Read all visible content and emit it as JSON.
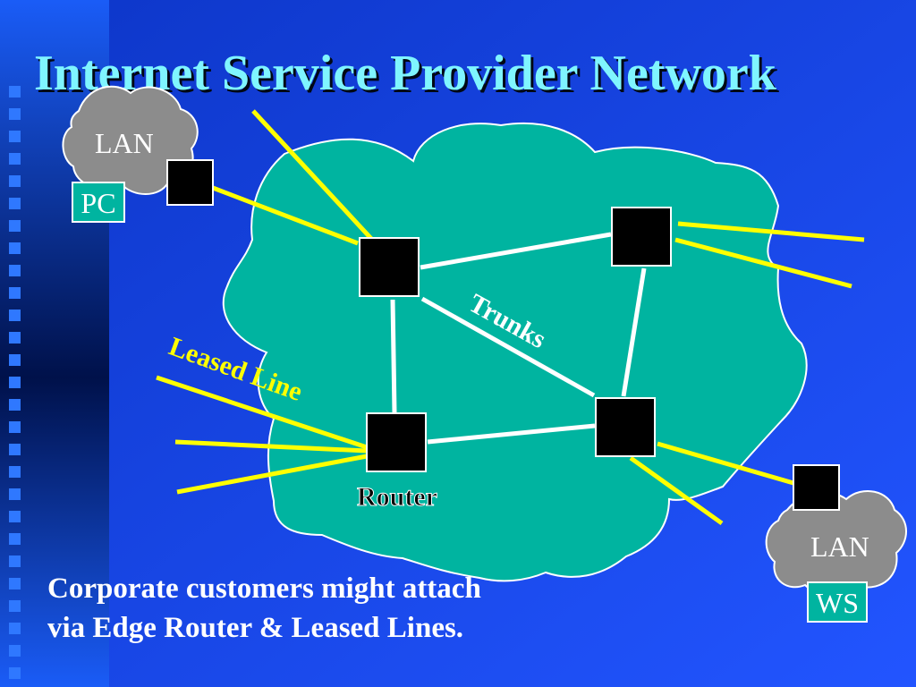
{
  "slide": {
    "title": "Internet Service Provider Network",
    "caption_lines": [
      "Corporate customers might attach",
      "via Edge Router & Leased Lines."
    ]
  },
  "diagram": {
    "labels": {
      "lan_top": "LAN",
      "pc": "PC",
      "lan_bottom": "LAN",
      "ws": "WS",
      "trunks": "Trunks",
      "leased_line": "Leased Line",
      "router": "Router"
    },
    "colors": {
      "background": "#1a45f0",
      "cloud": "#00b4a0",
      "lan_cloud": "#8c8c8c",
      "router": "#000000",
      "trunk_link": "#ffffff",
      "leased_link": "#ffff00",
      "title": "#7ff5ff",
      "tag_fill": "#00b4a0"
    }
  }
}
